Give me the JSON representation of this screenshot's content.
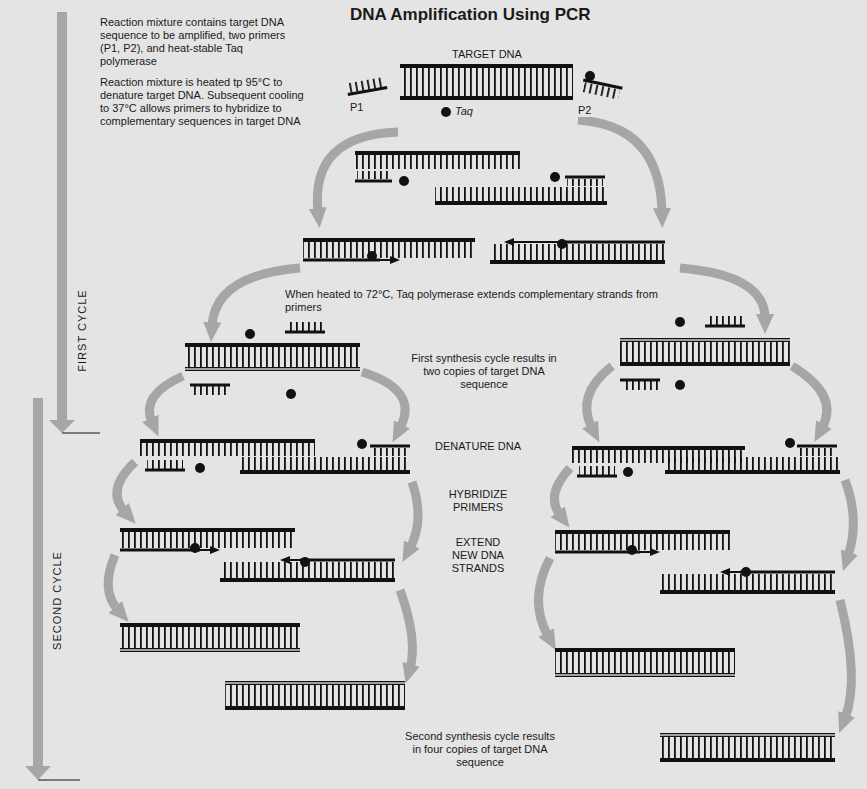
{
  "diagram": {
    "title": "DNA Amplification Using PCR",
    "labels": [
      "Reaction mixture contains target DNA sequence to be amplified, two primers (P1, P2), and heat-stable Taq polymerase",
      "Reaction mixture is heated tp 95°C to denature target DNA. Subsequent cooling to 37°C allows primers to hybridize to complementary sequences in target DNA",
      "TARGET DNA",
      "P1",
      "Taq",
      "P2",
      "FIRST CYCLE",
      "When heated to 72°C, Taq polymerase extends complementary strands from primers",
      "First synthesis cycle results in two copies of target DNA sequence",
      "DENATURE DNA",
      "HYBRIDIZE PRIMERS",
      "EXTEND NEW DNA STRANDS",
      "SECOND CYCLE",
      "Second synthesis cycle results in four copies of target DNA sequence"
    ]
  }
}
